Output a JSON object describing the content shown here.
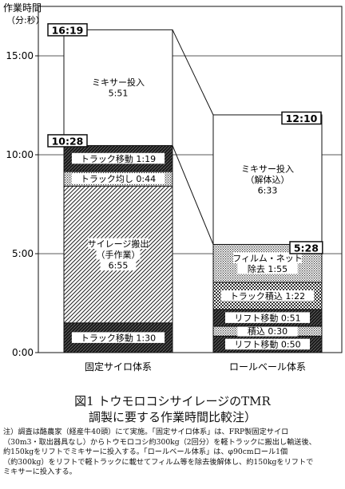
{
  "chart_data": {
    "type": "bar",
    "subtype": "stacked",
    "ylabel_line1": "作業時間",
    "ylabel_line2": "（分:秒）",
    "yticks": [
      "0:00",
      "5:00",
      "10:00",
      "15:00"
    ],
    "ylim_minutes": [
      0,
      17.5
    ],
    "grid": true,
    "categories": [
      "固定サイロ体系",
      "ロールベール体系"
    ],
    "stacks": [
      {
        "category": "固定サイロ体系",
        "total_label": "16:19",
        "segments": [
          {
            "label": "トラック移動 1:30",
            "minutes": 1.5,
            "fill": "dark"
          },
          {
            "label_lines": [
              "サイレージ搬出",
              "（手作業）",
              "6:55"
            ],
            "minutes": 6.9167,
            "fill": "hatch"
          },
          {
            "label": "トラック均し 0:44",
            "minutes": 0.7333,
            "fill": "dots"
          },
          {
            "label": "トラック移動 1:19",
            "minutes": 1.3167,
            "fill": "dark"
          },
          {
            "label_lines": [
              "ミキサー投入",
              "5:51"
            ],
            "minutes": 5.85,
            "fill": "white"
          }
        ],
        "subtotal_label": "10:28",
        "subtotal_minutes": 10.4667
      },
      {
        "category": "ロールベール体系",
        "total_label": "12:10",
        "segments": [
          {
            "label": "リフト移動 0:50",
            "minutes": 0.8333,
            "fill": "dark"
          },
          {
            "label": "積込 0:30",
            "minutes": 0.5,
            "fill": "dots"
          },
          {
            "label": "リフト移動 0:51",
            "minutes": 0.85,
            "fill": "dark"
          },
          {
            "label": "トラック積込 1:22",
            "minutes": 1.3667,
            "fill": "check"
          },
          {
            "label_lines": [
              "フィルム・ネット",
              "除去 1:55"
            ],
            "minutes": 1.9167,
            "fill": "dots"
          },
          {
            "label_lines": [
              "ミキサー投入",
              "（解体込）",
              "6:33"
            ],
            "minutes": 6.55,
            "fill": "white"
          }
        ],
        "subtotal_label": "5:28",
        "subtotal_minutes": 5.4667
      }
    ],
    "totals_minutes": [
      16.3167,
      12.1667
    ]
  },
  "caption": {
    "title": "図1 トウモロコシサイレージのTMR",
    "subtitle": "調製に要する作業時間比較注）"
  },
  "note": [
    "注）調査は酪農家（経産牛40頭）にて実施。「固定サイロ体系」は、FRP製固定サイロ",
    "（30m3・取出器具なし）からトウモロコシ約300kg（2回分）を軽トラックに搬出し輸送後、",
    "約150kgをリフトでミキサーに投入する。「ロールベール体系」は、φ90cmロール1個",
    "（約300kg）をリフトで軽トラックに載せてフィルム等を除去後解体し、約150kgをリフトで",
    "ミキサーに投入する。"
  ]
}
